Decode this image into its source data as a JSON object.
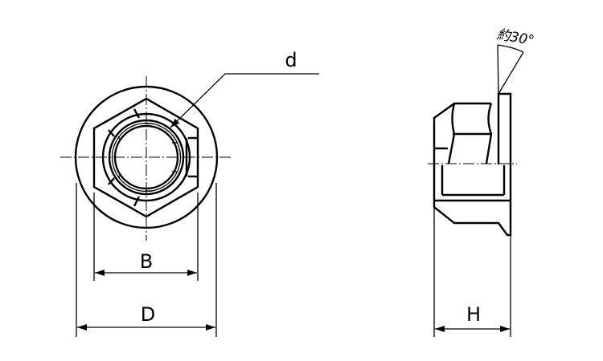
{
  "labels": {
    "d": "d",
    "B": "B",
    "D": "D",
    "H": "H",
    "angle": "約30°"
  },
  "colors": {
    "line": "#000000",
    "background": "#ffffff"
  }
}
